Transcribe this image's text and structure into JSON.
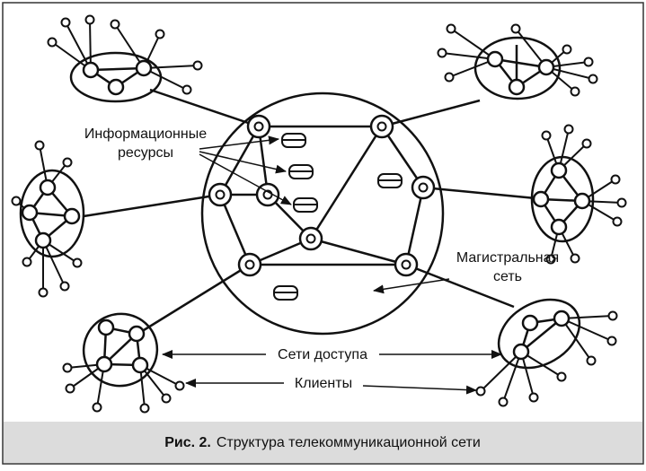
{
  "labels": {
    "info_resources_line1": "Информационные",
    "info_resources_line2": "ресурсы",
    "backbone_line1": "Магистральная",
    "backbone_line2": "сеть",
    "access_networks": "Сети доступа",
    "clients": "Клиенты"
  },
  "caption": {
    "prefix": "Рис. 2.",
    "text": "Структура телекоммуникационной сети"
  }
}
